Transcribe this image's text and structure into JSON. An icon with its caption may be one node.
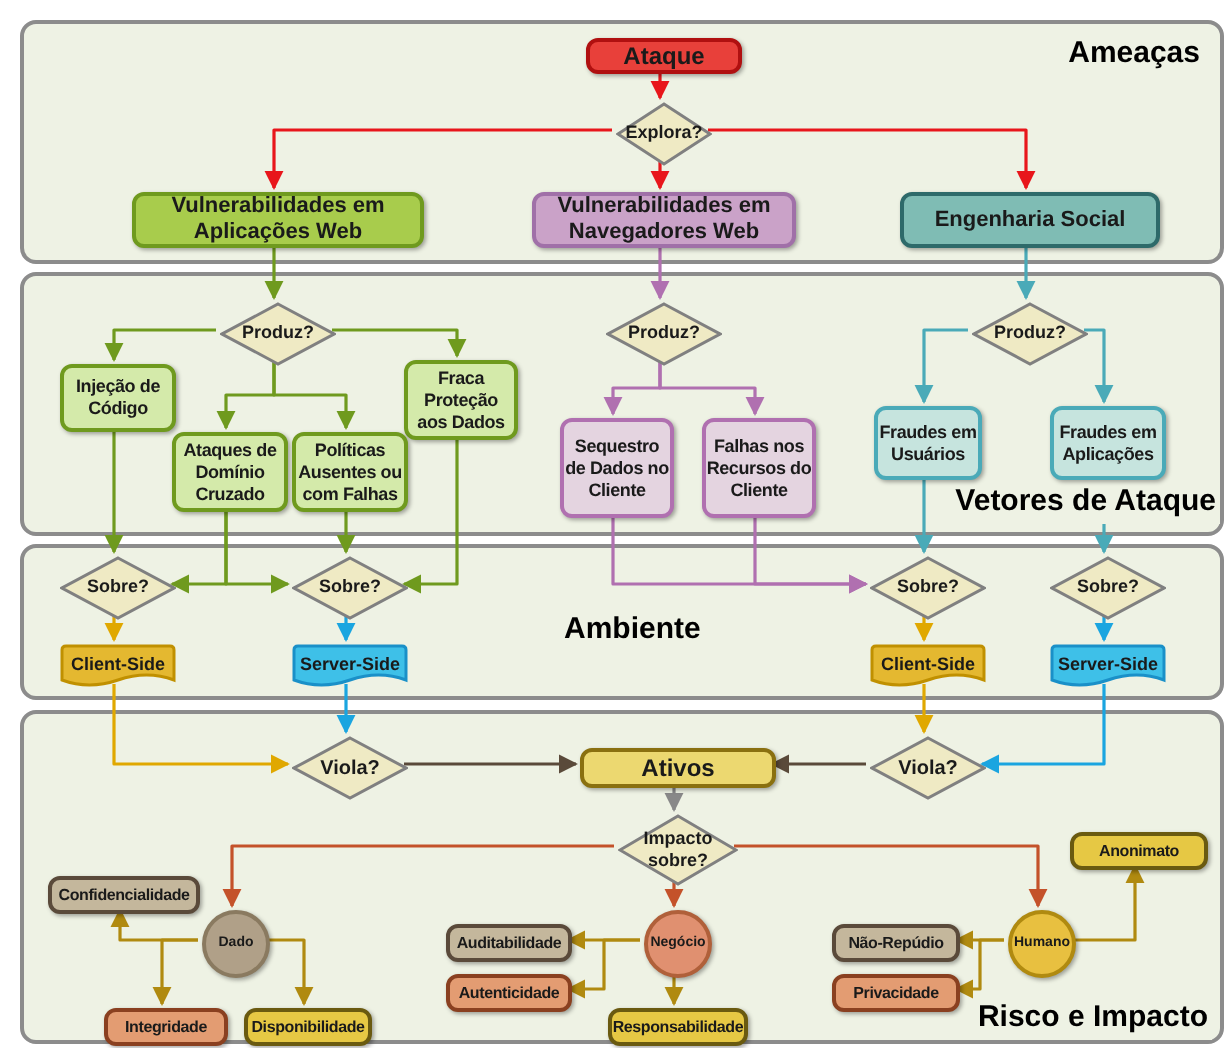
{
  "diagram": {
    "nodes": [
      {
        "text": [
          "Ameaças"
        ]
      },
      {
        "text": [
          "Vetores de Ataque"
        ]
      },
      {
        "text": [
          "Ambiente"
        ]
      },
      {
        "text": [
          "Risco e Impacto"
        ]
      },
      {
        "text": [
          "Ataque"
        ],
        "in": 0
      },
      {
        "text": [
          "Explora?"
        ],
        "in": 0
      },
      {
        "text": [
          "Vulnerabilidades em Aplicações Web"
        ],
        "in": 0
      },
      {
        "text": [
          "Vulnerabilidades em Navegadores Web"
        ],
        "in": 0
      },
      {
        "text": [
          "Engenharia Social"
        ],
        "in": 0
      },
      {
        "text": [
          "Produz?"
        ],
        "in": 1
      },
      {
        "text": [
          "Injeção de Código"
        ],
        "in": 1
      },
      {
        "text": [
          "Fraca Proteção aos Dados"
        ],
        "in": 1
      },
      {
        "text": [
          "Ataques de Domínio Cruzado"
        ],
        "in": 1
      },
      {
        "text": [
          "Políticas Ausentes ou com Falhas"
        ],
        "in": 1
      },
      {
        "text": [
          "Produz?"
        ],
        "in": 1
      },
      {
        "text": [
          "Sequestro de Dados no Cliente"
        ],
        "in": 1
      },
      {
        "text": [
          "Falhas nos Recursos do Cliente"
        ],
        "in": 1
      },
      {
        "text": [
          "Produz?"
        ],
        "in": 1
      },
      {
        "text": [
          "Fraudes em Usuários"
        ],
        "in": 1
      },
      {
        "text": [
          "Fraudes em Aplicações"
        ],
        "in": 1
      },
      {
        "text": [
          "Sobre?"
        ],
        "in": 2
      },
      {
        "text": [
          "Sobre?"
        ],
        "in": 2
      },
      {
        "text": [
          "Client-Side"
        ],
        "in": 2
      },
      {
        "text": [
          "Server-Side"
        ],
        "in": 2
      },
      {
        "text": [
          "Sobre?"
        ],
        "in": 2
      },
      {
        "text": [
          "Sobre?"
        ],
        "in": 2
      },
      {
        "text": [
          "Client-Side"
        ],
        "in": 2
      },
      {
        "text": [
          "Server-Side"
        ],
        "in": 2
      },
      {
        "text": [
          "Viola?"
        ],
        "in": 3
      },
      {
        "text": [
          "Ativos"
        ],
        "in": 3
      },
      {
        "text": [
          "Viola?"
        ],
        "in": 3
      },
      {
        "text": [
          "Impacto sobre?"
        ],
        "in": 3
      },
      {
        "text": [
          "Dado"
        ],
        "in": 3
      },
      {
        "text": [
          "Confidencialidade"
        ],
        "in": 3
      },
      {
        "text": [
          "Integridade"
        ],
        "in": 3
      },
      {
        "text": [
          "Disponibilidade"
        ],
        "in": 3
      },
      {
        "text": [
          "Negócio"
        ],
        "in": 3
      },
      {
        "text": [
          "Auditabilidade"
        ],
        "in": 3
      },
      {
        "text": [
          "Autenticidade"
        ],
        "in": 3
      },
      {
        "text": [
          "Responsabilidade"
        ],
        "in": 3
      },
      {
        "text": [
          "Humano"
        ],
        "in": 3
      },
      {
        "text": [
          "Anonimato"
        ],
        "in": 3
      },
      {
        "text": [
          "Não-Repúdio"
        ],
        "in": 3
      },
      {
        "text": [
          "Privacidade"
        ],
        "in": 3
      }
    ],
    "edges": [
      {
        "from": 4,
        "to": 5,
        "arrow": "to",
        "color": "#e8161b"
      },
      {
        "from": 5,
        "to": 6,
        "arrow": "to",
        "color": "#e8161b"
      },
      {
        "from": 5,
        "to": 7,
        "arrow": "to",
        "color": "#e8161b"
      },
      {
        "from": 5,
        "to": 8,
        "arrow": "to",
        "color": "#e8161b"
      },
      {
        "from": 6,
        "to": 9,
        "arrow": "to"
      },
      {
        "from": 9,
        "to": 10,
        "arrow": "to"
      },
      {
        "from": 9,
        "to": 11,
        "arrow": "to"
      },
      {
        "from": 9,
        "to": 12,
        "arrow": "to"
      },
      {
        "from": 9,
        "to": 13,
        "arrow": "to"
      },
      {
        "from": 7,
        "to": 14,
        "arrow": "to",
        "color": "#b070b0"
      },
      {
        "from": 14,
        "to": 15,
        "arrow": "to",
        "color": "#b070b0"
      },
      {
        "from": 14,
        "to": 16,
        "arrow": "to",
        "color": "#b070b0"
      },
      {
        "from": 8,
        "to": 17,
        "arrow": "to",
        "color": "#4aaab8"
      },
      {
        "from": 17,
        "to": 18,
        "arrow": "to",
        "color": "#4aaab8"
      },
      {
        "from": 17,
        "to": 19,
        "arrow": "to",
        "color": "#4aaab8"
      },
      {
        "from": 10,
        "to": 20,
        "arrow": "to"
      },
      {
        "from": 12,
        "to": 20,
        "arrow": "to"
      },
      {
        "from": 12,
        "to": 21,
        "arrow": "to"
      },
      {
        "from": 13,
        "to": 21,
        "arrow": "to"
      },
      {
        "from": 11,
        "to": 21,
        "arrow": "to"
      },
      {
        "from": 15,
        "to": 24,
        "arrow": "to",
        "color": "#b070b0"
      },
      {
        "from": 16,
        "to": 24,
        "arrow": "to",
        "color": "#b070b0"
      },
      {
        "from": 18,
        "to": 24,
        "arrow": "to",
        "color": "#4aaab8"
      },
      {
        "from": 19,
        "to": 25,
        "arrow": "to",
        "color": "#4aaab8"
      },
      {
        "from": 20,
        "to": 22,
        "arrow": "to",
        "color": "#e0a800"
      },
      {
        "from": 21,
        "to": 23,
        "arrow": "to",
        "color": "#1aa5e0"
      },
      {
        "from": 24,
        "to": 26,
        "arrow": "to",
        "color": "#e0a800"
      },
      {
        "from": 25,
        "to": 27,
        "arrow": "to",
        "color": "#1aa5e0"
      },
      {
        "from": 22,
        "to": 28,
        "arrow": "to",
        "color": "#e0a800"
      },
      {
        "from": 23,
        "to": 28,
        "arrow": "to",
        "color": "#1aa5e0"
      },
      {
        "from": 26,
        "to": 30,
        "arrow": "to",
        "color": "#e0a800"
      },
      {
        "from": 27,
        "to": 30,
        "arrow": "to",
        "color": "#1aa5e0"
      },
      {
        "from": 28,
        "to": 29,
        "arrow": "to",
        "color": "#5a4a3a"
      },
      {
        "from": 30,
        "to": 29,
        "arrow": "to",
        "color": "#5a4a3a"
      },
      {
        "from": 29,
        "to": 31,
        "arrow": "to",
        "color": "#888888"
      },
      {
        "from": 31,
        "to": 32,
        "arrow": "to",
        "color": "#c4522a"
      },
      {
        "from": 31,
        "to": 36,
        "arrow": "to",
        "color": "#c4522a"
      },
      {
        "from": 31,
        "to": 40,
        "arrow": "to",
        "color": "#c4522a"
      },
      {
        "from": 32,
        "to": 33,
        "arrow": "to",
        "color": "#b08a10"
      },
      {
        "from": 32,
        "to": 34,
        "arrow": "to",
        "color": "#b08a10"
      },
      {
        "from": 32,
        "to": 35,
        "arrow": "to",
        "color": "#b08a10"
      },
      {
        "from": 36,
        "to": 37,
        "arrow": "to",
        "color": "#b08a10"
      },
      {
        "from": 36,
        "to": 38,
        "arrow": "to",
        "color": "#b08a10"
      },
      {
        "from": 36,
        "to": 39,
        "arrow": "to",
        "color": "#b08a10"
      },
      {
        "from": 40,
        "to": 41,
        "arrow": "to",
        "color": "#b08a10"
      },
      {
        "from": 40,
        "to": 42,
        "arrow": "to",
        "color": "#b08a10"
      },
      {
        "from": 40,
        "to": 43,
        "arrow": "to",
        "color": "#b08a10"
      }
    ]
  }
}
